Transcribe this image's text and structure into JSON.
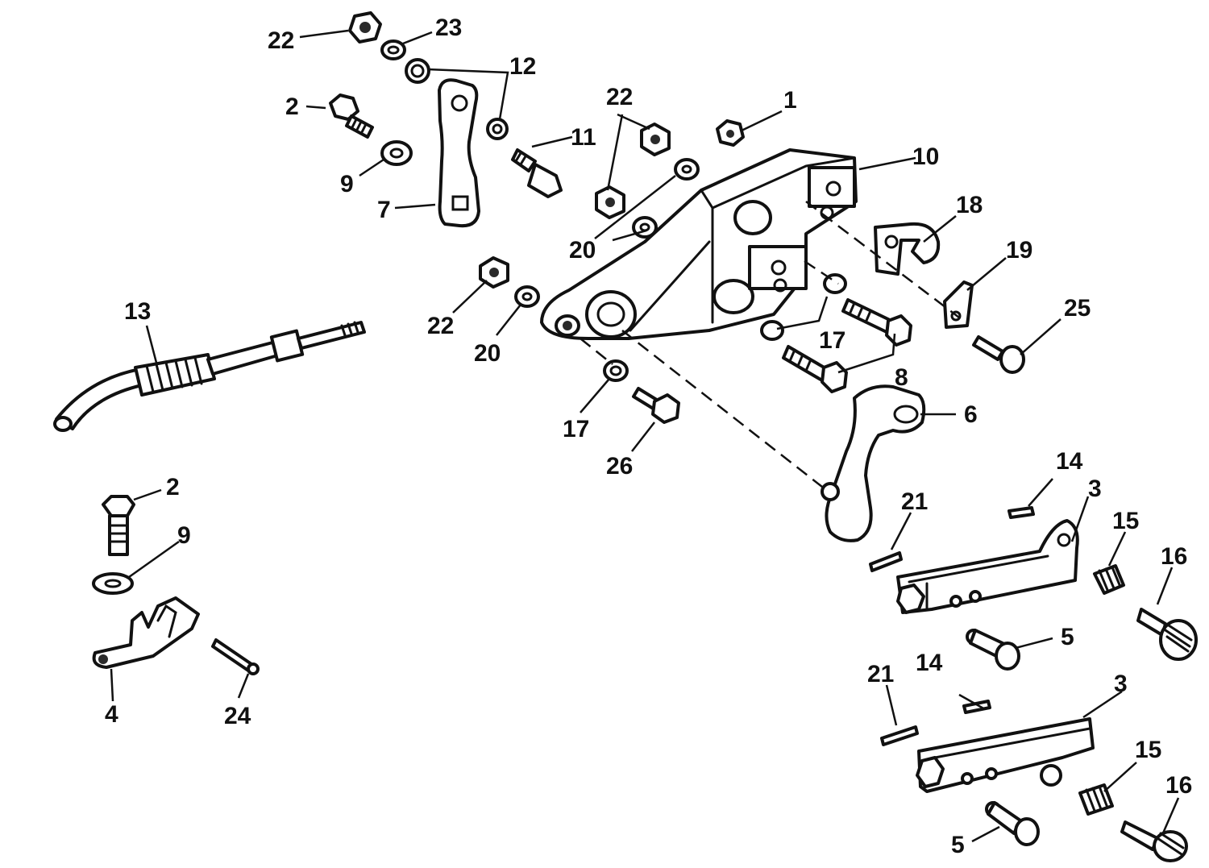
{
  "callouts": {
    "c1": "1",
    "c2a": "2",
    "c2b": "2",
    "c3a": "3",
    "c3b": "3",
    "c4": "4",
    "c5a": "5",
    "c5b": "5",
    "c6": "6",
    "c7": "7",
    "c8": "8",
    "c9a": "9",
    "c9b": "9",
    "c10": "10",
    "c11": "11",
    "c12": "12",
    "c13": "13",
    "c14a": "14",
    "c14b": "14",
    "c15a": "15",
    "c15b": "15",
    "c16a": "16",
    "c16b": "16",
    "c17a": "17",
    "c17b": "17",
    "c18": "18",
    "c19": "19",
    "c20a": "20",
    "c20b": "20",
    "c21a": "21",
    "c21b": "21",
    "c22a": "22",
    "c22b": "22",
    "c22c": "22",
    "c23": "23",
    "c24": "24",
    "c25": "25",
    "c26": "26"
  }
}
